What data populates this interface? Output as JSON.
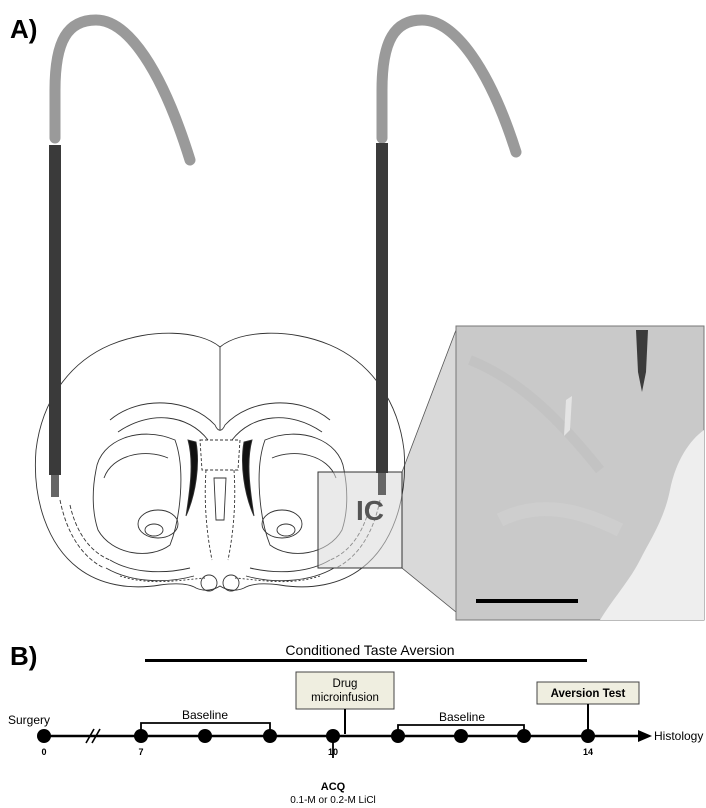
{
  "panel_a": {
    "label": "A)",
    "region_label": "IC"
  },
  "panel_b": {
    "label": "B)",
    "phase_title": "Conditioned Taste Aversion",
    "baseline_1": "Baseline",
    "baseline_2": "Baseline",
    "drug_box_line1": "Drug",
    "drug_box_line2": "microinfusion",
    "aversion_box": "Aversion Test",
    "start_label": "Surgery",
    "end_label": "Histology",
    "day_labels": [
      "0",
      "7",
      "10",
      "14"
    ],
    "acq_label": "ACQ",
    "acq_sublabel": "0.1-M or 0.2-M LiCl"
  },
  "colors": {
    "cannula_guide": "#3a3a3a",
    "cannula_tubing": "#9a9a9a",
    "magnify_fill": "#d9d9d9",
    "histology_bg": "#c9c9c9",
    "box_fill": "#efeee0"
  }
}
